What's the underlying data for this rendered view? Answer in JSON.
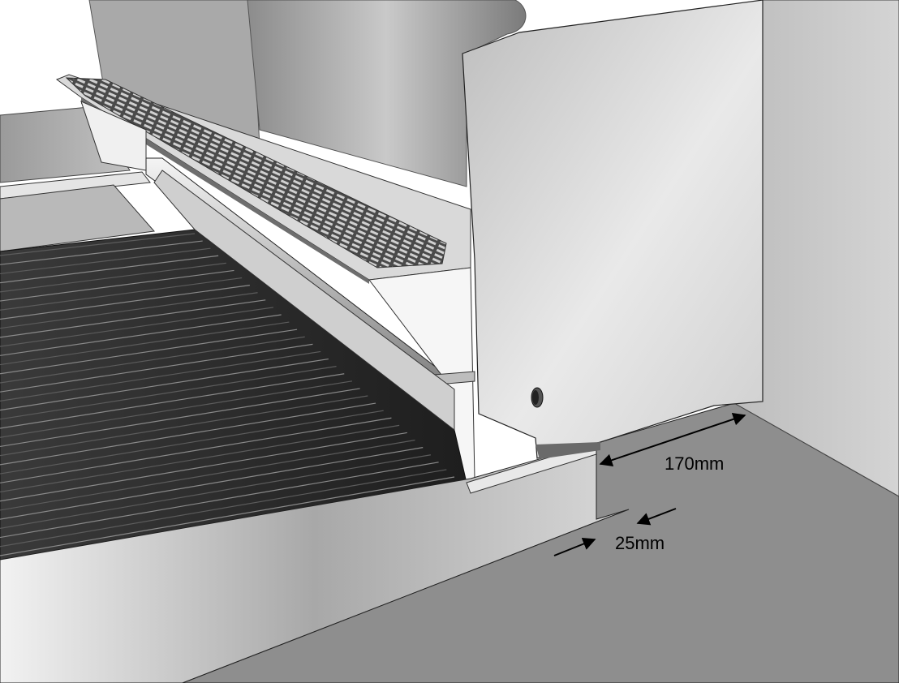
{
  "dimensions": [
    {
      "id": "back-depth",
      "label": "170mm"
    },
    {
      "id": "gap-width",
      "label": "25mm"
    }
  ],
  "colors": {
    "arrow": "#000000",
    "floor": "#8e8e8e",
    "grill_bars": "#2a2a2a",
    "steel_light": "#e6e6e6",
    "steel_dark": "#8a8a8a"
  }
}
